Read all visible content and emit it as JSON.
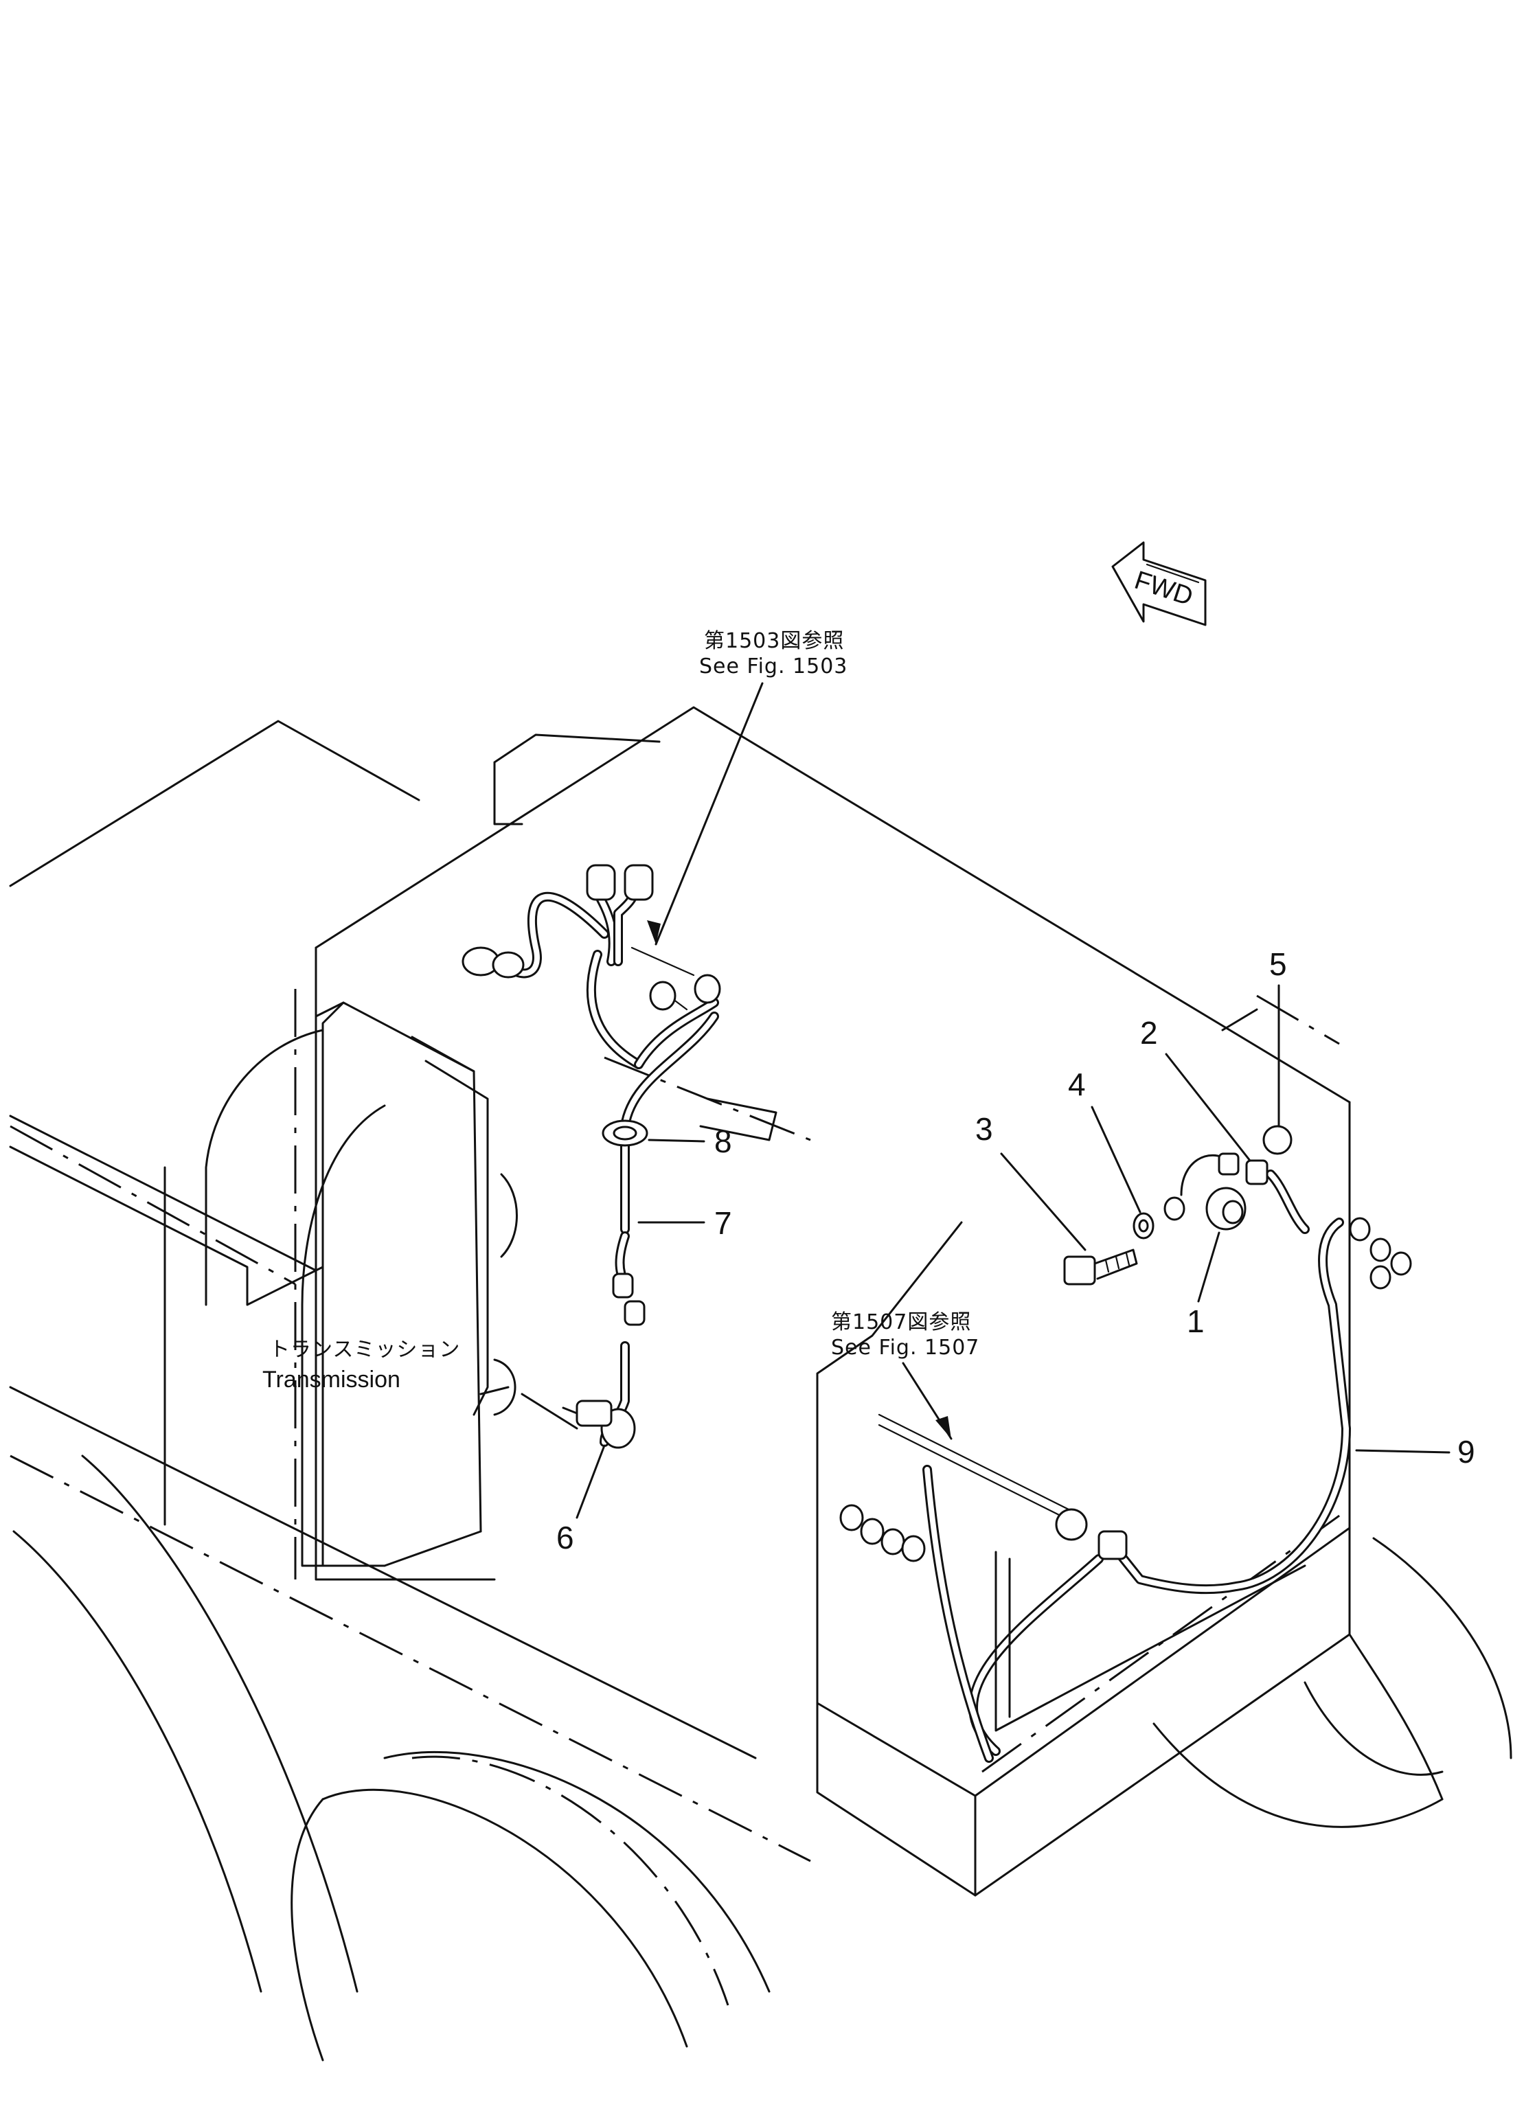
{
  "direction_arrow": {
    "label": "FWD"
  },
  "references": [
    {
      "id": "fig1503",
      "line1": "第1503図参照",
      "line2": "See Fig. 1503"
    },
    {
      "id": "fig1507",
      "line1": "第1507図参照",
      "line2": "See Fig. 1507"
    }
  ],
  "component_label": {
    "jp": "トランスミッション",
    "en": "Transmission"
  },
  "callouts": [
    "1",
    "2",
    "3",
    "4",
    "5",
    "6",
    "7",
    "8",
    "9"
  ]
}
